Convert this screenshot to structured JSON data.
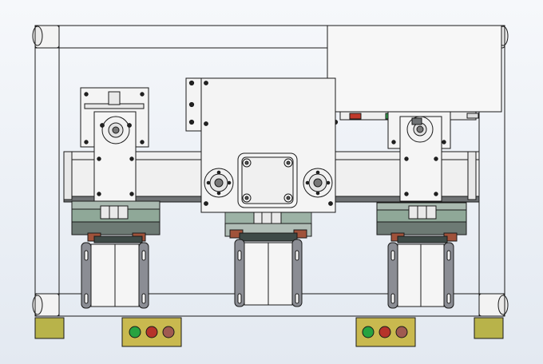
{
  "view": {
    "title": "",
    "description_visible": false
  },
  "colors": {
    "background_top": "#f6f8fb",
    "background_bottom": "#e6ecf3",
    "panel": "#f4f4f4",
    "line": "#1a1a1a",
    "rail": "#c9c9c9",
    "dark_rail": "#6f7274",
    "motor_green": "#8fa898",
    "clamp_dark": "#3e4a47",
    "foot": "#b8b34a",
    "control_box": "#c9b94f",
    "light_green": "#27a340",
    "light_red": "#b6332a",
    "light_brown": "#a05a50",
    "guide_gray": "#8b8d94",
    "small_red": "#c0392b",
    "small_green": "#2e9e4a"
  },
  "components": {
    "frame": "machine-frame",
    "top_cover": "upper-panel",
    "right_panel": "electrical-panel",
    "center_motor": "stepper-motor",
    "left_station": "left-clamp-station",
    "center_station": "center-clamp-station",
    "right_station": "right-clamp-station",
    "left_control_box": "left-indicator-box",
    "right_control_box": "right-indicator-box"
  },
  "indicators": {
    "left_box": [
      "green",
      "red",
      "brown"
    ],
    "right_box": [
      "green",
      "red",
      "brown"
    ]
  }
}
